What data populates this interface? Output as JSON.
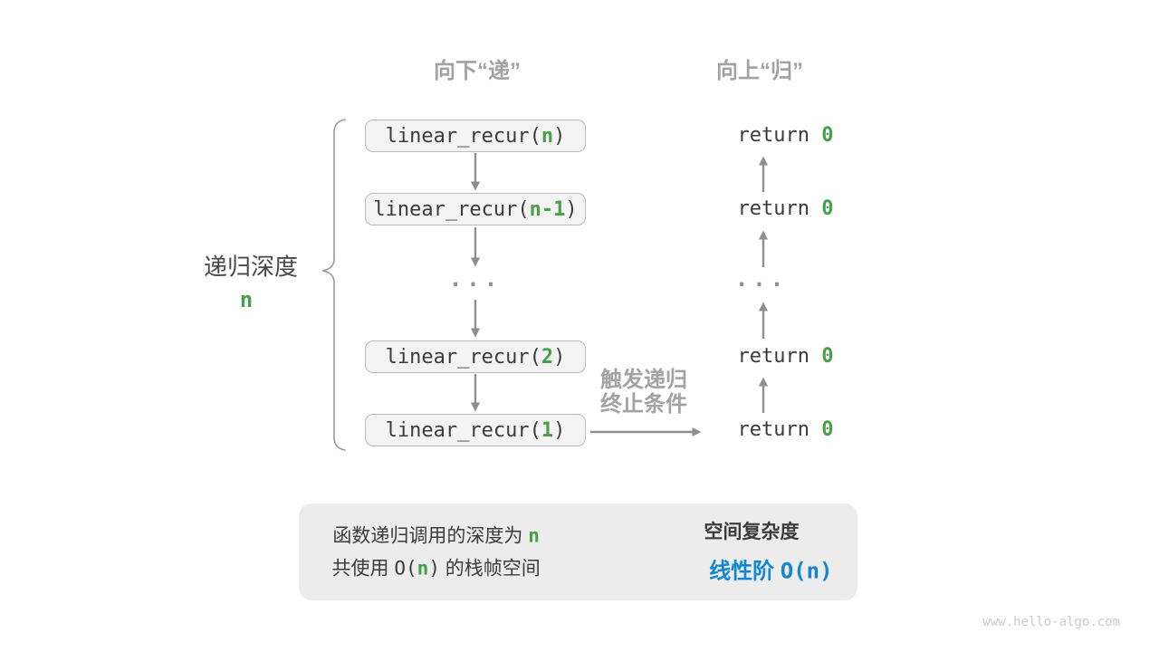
{
  "colors": {
    "green": "#46a049",
    "blue": "#1287d1",
    "label_gray": "#a2a2a2",
    "arrow_gray": "#8f8f8f",
    "box_border": "#b9b9b9",
    "box_bg": "#f3f3f3",
    "code_text": "#3b3b3b",
    "panel_bg": "#ececec"
  },
  "headers": {
    "descend": "向下“递”",
    "ascend": "向上“归”"
  },
  "depth": {
    "label": "递归深度",
    "value": "n"
  },
  "stack": {
    "boxes": [
      {
        "pre": "linear_recur(",
        "arg": "n",
        "post": ")"
      },
      {
        "pre": "linear_recur(",
        "arg": "n-1",
        "post": ")"
      },
      {
        "pre": "linear_recur(",
        "arg": "2",
        "post": ")"
      },
      {
        "pre": "linear_recur(",
        "arg": "1",
        "post": ")"
      }
    ],
    "ellipsis": "..."
  },
  "returns": {
    "rows": [
      {
        "kw": "return ",
        "val": "0"
      },
      {
        "kw": "return ",
        "val": "0"
      },
      {
        "kw": "return ",
        "val": "0"
      },
      {
        "kw": "return ",
        "val": "0"
      }
    ],
    "ellipsis": "..."
  },
  "base_case": {
    "line1": "触发递归",
    "line2": "终止条件"
  },
  "summary": {
    "l1_text": "函数递归调用的深度为 ",
    "l1_value": "n",
    "l2_a": "共使用 ",
    "l2_b": "O(",
    "l2_c": "n",
    "l2_d": ")",
    "l2_e": " 的栈帧空间",
    "r_title": "空间复杂度",
    "r_label": "线性阶 ",
    "r_value": "O(n)"
  },
  "watermark": "www.hello-algo.com"
}
